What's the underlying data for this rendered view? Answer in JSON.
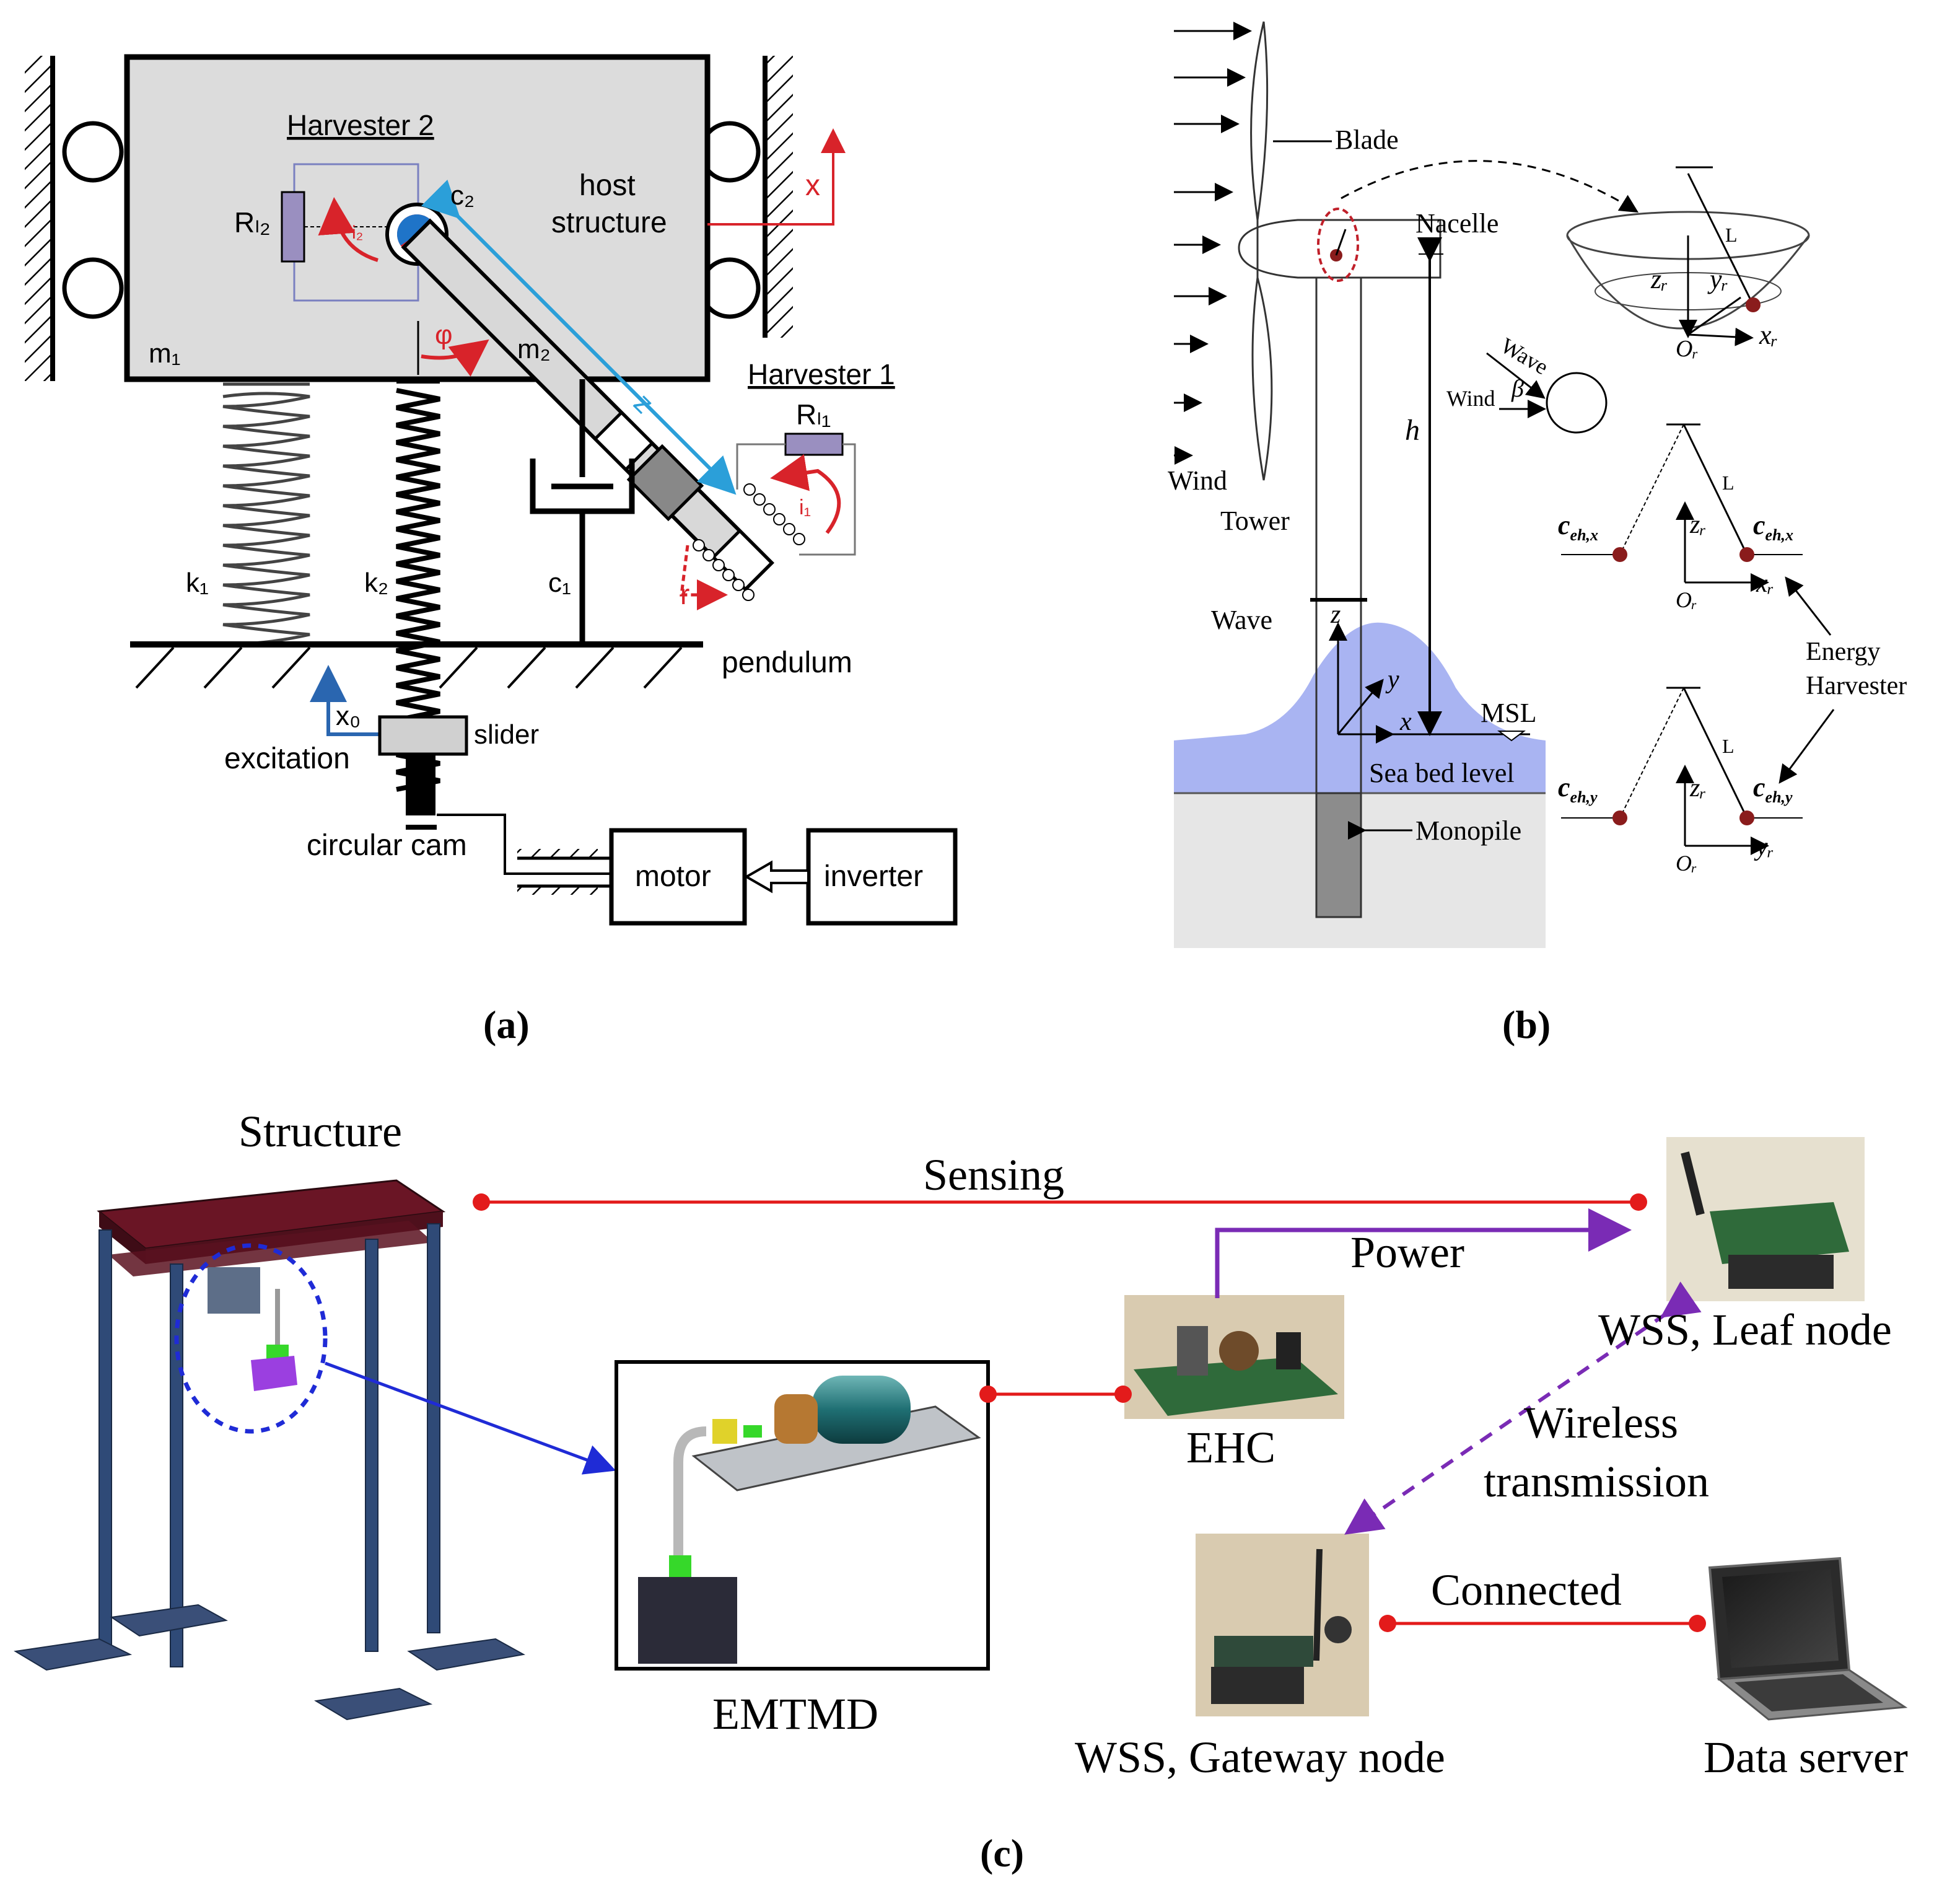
{
  "panel_a": {
    "caption": "(a)",
    "harvester2": "Harvester 2",
    "harvester1": "Harvester 1",
    "host_structure_line1": "host",
    "host_structure_line2": "structure",
    "r_l2": "Rₗ₂",
    "r_l1": "Rₗ₁",
    "i2": "i₂",
    "i1": "i₁",
    "c2": "c₂",
    "c1": "c₁",
    "m1": "m₁",
    "m2": "m₂",
    "k1": "k₁",
    "k2": "k₂",
    "x": "x",
    "x0": "x₀",
    "phi": "φ",
    "z": "z",
    "r": "r",
    "pendulum": "pendulum",
    "slider": "slider",
    "excitation": "excitation",
    "circular_cam": "circular cam",
    "motor": "motor",
    "inverter": "inverter"
  },
  "panel_b": {
    "caption": "(b)",
    "blade": "Blade",
    "nacelle": "Nacelle",
    "wind": "Wind",
    "tower": "Tower",
    "wave": "Wave",
    "h": "h",
    "msl": "MSL",
    "sea_bed_level": "Sea bed level",
    "monopile": "Monopile",
    "axis_z": "z",
    "axis_y": "y",
    "axis_x": "x",
    "small_wave": "Wave",
    "small_wind": "Wind",
    "beta": "β",
    "L": "L",
    "zr": "zᵣ",
    "yr": "yᵣ",
    "xr": "xᵣ",
    "or": "Oᵣ",
    "c_eh_x": "c",
    "c_eh_x_sub": "eh,x",
    "c_eh_y": "c",
    "c_eh_y_sub": "eh,y",
    "energy_line1": "Energy",
    "energy_line2": "Harvester"
  },
  "panel_c": {
    "caption": "(c)",
    "structure": "Structure",
    "sensing": "Sensing",
    "power": "Power",
    "emtmd": "EMTMD",
    "ehc": "EHC",
    "wss_leaf": "WSS, Leaf node",
    "wireless_line1": "Wireless",
    "wireless_line2": "transmission",
    "connected": "Connected",
    "wss_gateway": "WSS, Gateway node",
    "data_server": "Data server"
  },
  "colors": {
    "red_arrow": "#d8232a",
    "blue_line": "#2b9fd9",
    "sea_blue": "#a9b4f2",
    "purple": "#7a2bb5",
    "link_red": "#e31b1b",
    "frame_maroon": "#5b1220",
    "steel_blue": "#2f4a77"
  }
}
